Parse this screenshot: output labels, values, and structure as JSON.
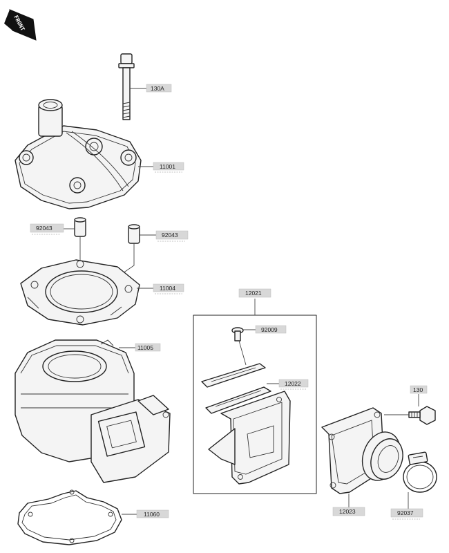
{
  "front_badge": {
    "label": "FRONT",
    "icon": "front-arrow-icon"
  },
  "parts": {
    "head_bolt": "130A",
    "cylinder_head": "11001",
    "dowel_pin_left": "92043",
    "dowel_pin_right": "92043",
    "head_gasket": "11004",
    "cylinder": "11005",
    "base_gasket": "11060",
    "reed_valve_assembly": "12021",
    "reed_screw": "92009",
    "reed_petal": "12022",
    "intake_bolt": "130",
    "intake_manifold": "12023",
    "hose_clamp": "92037"
  },
  "colors": {
    "line": "#222222",
    "tag_fill": "#d8d8d8",
    "background": "#ffffff"
  }
}
